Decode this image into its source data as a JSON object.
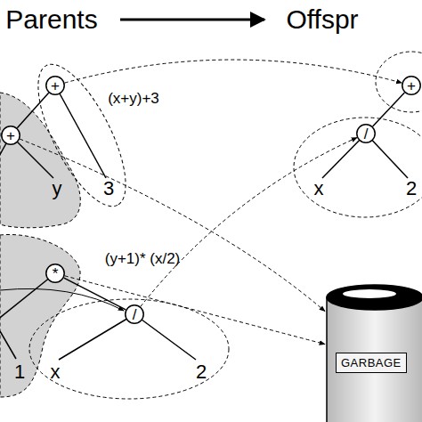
{
  "diagram": {
    "nodes": [
      {
        "text": [
          "+"
        ]
      },
      {
        "text": [
          "+"
        ]
      },
      {
        "text": [
          "*"
        ]
      },
      {
        "text": [
          "/"
        ]
      },
      {
        "text": [
          "+"
        ]
      },
      {
        "text": [
          "/"
        ]
      },
      {
        "text": [
          "GARBAGE"
        ]
      }
    ],
    "edges": [
      {
        "from": 0,
        "to": 1,
        "arrow": "none"
      },
      {
        "from": 2,
        "to": 3,
        "arrow": "none"
      },
      {
        "from": 4,
        "to": 5,
        "arrow": "none"
      },
      {
        "from": 0,
        "to": 4,
        "arrow": "to"
      },
      {
        "from": 1,
        "to": 6,
        "arrow": "to"
      },
      {
        "from": 2,
        "to": 6,
        "arrow": "to"
      },
      {
        "from": 3,
        "to": 5,
        "arrow": "to"
      }
    ],
    "labels": [
      "Parents",
      "Offspr",
      "(x+y)+3",
      "3",
      "y",
      "(y+1)* (x/2)",
      "1",
      "x",
      "2",
      "x",
      "2"
    ]
  }
}
